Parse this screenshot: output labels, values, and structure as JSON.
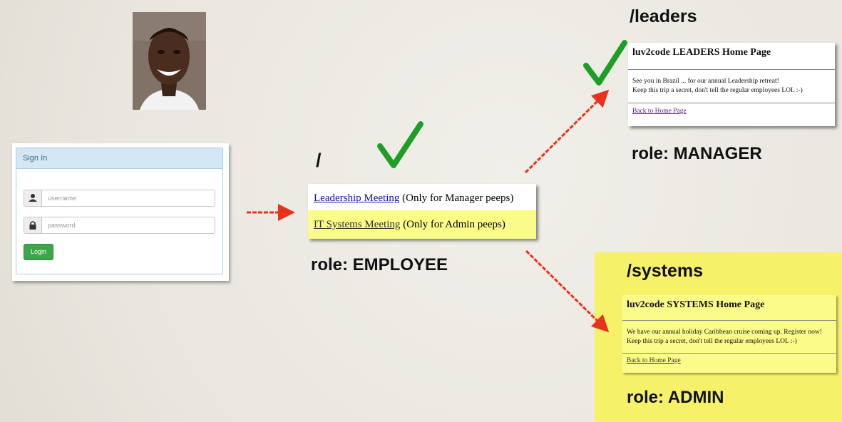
{
  "login": {
    "header": "Sign In",
    "username_placeholder": "username",
    "password_placeholder": "password",
    "button": "Login"
  },
  "root": {
    "path": "/",
    "link1": "Leadership Meeting",
    "link1_suffix": " (Only for Manager peeps)",
    "link2": "IT Systems Meeting",
    "link2_suffix": " (Only for Admin peeps)",
    "role": "role: EMPLOYEE"
  },
  "leaders": {
    "path": "/leaders",
    "heading": "luv2code LEADERS Home Page",
    "line1": "See you in Brazil ... for our annual Leadership retreat!",
    "line2": "Keep this trip a secret, don't tell the regular employees LOL :-)",
    "link": "Back to Home Page",
    "role": "role: MANAGER"
  },
  "systems": {
    "path": "/systems",
    "heading": "luv2code SYSTEMS Home Page",
    "line1": "We have our annual holiday Caribbean cruise coming up. Register now!",
    "line2": "Keep this trip a secret, don't tell the regular employees LOL :-)",
    "link": "Back to Home Page",
    "role": "role: ADMIN"
  },
  "colors": {
    "arrow": "#e8321e",
    "check": "#22b02a",
    "highlight": "#fbfb8a"
  },
  "icons": [
    "user-icon",
    "lock-icon",
    "checkmark-icon",
    "arrow-icon"
  ]
}
